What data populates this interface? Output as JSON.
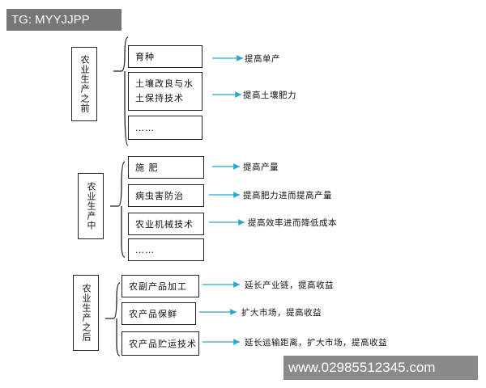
{
  "watermark_top": "TG: MYYJJPP",
  "watermark_bottom": "www.02985512345.com",
  "stages": [
    {
      "label": "农业生产之前",
      "items": [
        {
          "text": "育种",
          "result": "提高单产"
        },
        {
          "text": "土壤改良与水\n土保持技术",
          "result": "提高土壤肥力"
        },
        {
          "text": "……",
          "result": ""
        }
      ]
    },
    {
      "label": "农业生产中",
      "items": [
        {
          "text": "施 肥",
          "result": "提高产量"
        },
        {
          "text": "病虫害防治",
          "result": "提高肥力进而提高产量"
        },
        {
          "text": "农业机械技术",
          "result": "提高效率进而降低成本"
        },
        {
          "text": "……",
          "result": ""
        }
      ]
    },
    {
      "label": "农业生产之后",
      "items": [
        {
          "text": "农副产品加工",
          "result": "延长产业链，提高收益"
        },
        {
          "text": "农产品保鲜",
          "result": "扩大市场，提高收益"
        },
        {
          "text": "农产品贮运技术",
          "result": "延长运输距离，扩大市场，提高收益"
        }
      ]
    }
  ]
}
